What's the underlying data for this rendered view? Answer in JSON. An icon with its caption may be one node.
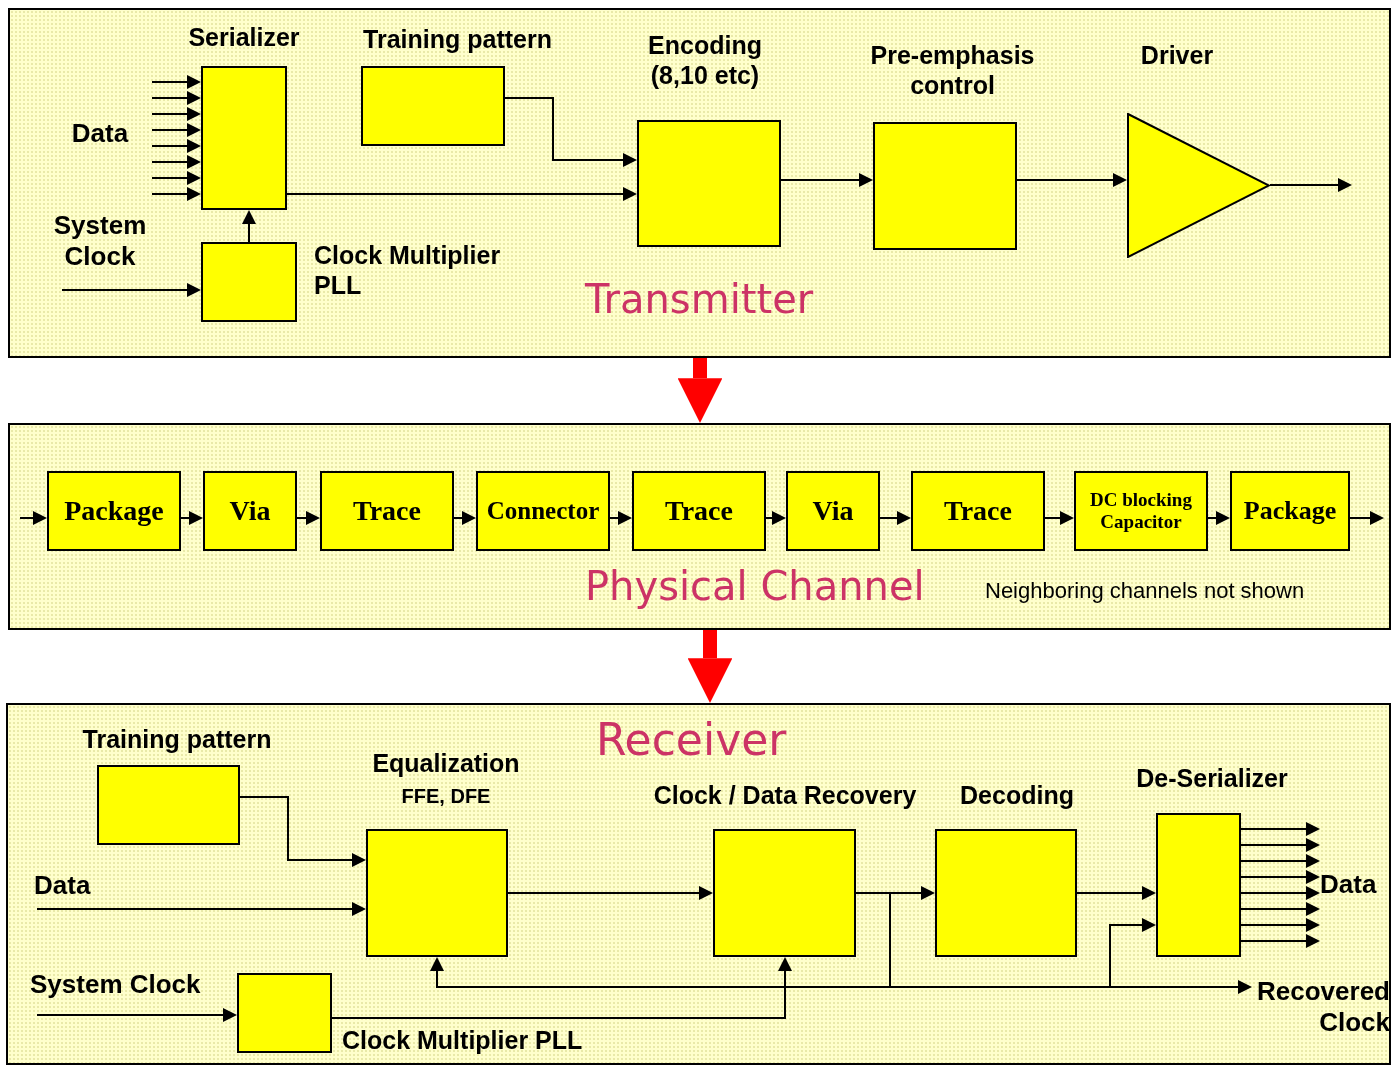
{
  "diagram": {
    "nodes": [
      {
        "text": [
          "Transmitter"
        ]
      },
      {
        "text": [
          "Serializer"
        ],
        "in": 0
      },
      {
        "text": [
          "Training pattern"
        ],
        "in": 0
      },
      {
        "text": [
          "Encoding (8,10 etc)"
        ],
        "in": 0
      },
      {
        "text": [
          "Pre-emphasis control"
        ],
        "in": 0
      },
      {
        "text": [
          "Driver"
        ],
        "in": 0
      },
      {
        "text": [
          "Clock Multiplier PLL"
        ],
        "in": 0
      },
      {
        "text": [
          "Physical Channel"
        ]
      },
      {
        "text": [
          "Package"
        ],
        "in": 7
      },
      {
        "text": [
          "Via"
        ],
        "in": 7
      },
      {
        "text": [
          "Trace"
        ],
        "in": 7
      },
      {
        "text": [
          "Connector"
        ],
        "in": 7
      },
      {
        "text": [
          "Trace"
        ],
        "in": 7
      },
      {
        "text": [
          "Via"
        ],
        "in": 7
      },
      {
        "text": [
          "Trace"
        ],
        "in": 7
      },
      {
        "text": [
          "DC blocking Capacitor"
        ],
        "in": 7
      },
      {
        "text": [
          "Package"
        ],
        "in": 7
      },
      {
        "text": [
          "Receiver"
        ]
      },
      {
        "text": [
          "Training pattern"
        ],
        "in": 17
      },
      {
        "text": [
          "Equalization",
          "FFE, DFE"
        ],
        "in": 17
      },
      {
        "text": [
          "Clock / Data Recovery"
        ],
        "in": 17
      },
      {
        "text": [
          "Decoding"
        ],
        "in": 17
      },
      {
        "text": [
          "De-Serializer"
        ],
        "in": 17
      },
      {
        "text": [
          "Clock Multiplier PLL"
        ],
        "in": 17
      },
      {
        "text": [
          "Recovered Clock"
        ],
        "in": 17
      },
      {
        "text": [
          "Data"
        ],
        "in": 17
      }
    ],
    "edges": [
      {
        "from": null,
        "to": 1,
        "arrow": "to"
      },
      {
        "from": null,
        "to": 1,
        "arrow": "to"
      },
      {
        "from": null,
        "to": 1,
        "arrow": "to"
      },
      {
        "from": null,
        "to": 1,
        "arrow": "to"
      },
      {
        "from": null,
        "to": 1,
        "arrow": "to"
      },
      {
        "from": null,
        "to": 1,
        "arrow": "to"
      },
      {
        "from": null,
        "to": 1,
        "arrow": "to"
      },
      {
        "from": null,
        "to": 1,
        "arrow": "to"
      },
      {
        "from": null,
        "to": 6,
        "arrow": "to"
      },
      {
        "from": 6,
        "to": 1,
        "arrow": "to"
      },
      {
        "from": 2,
        "to": 3,
        "arrow": "to"
      },
      {
        "from": 1,
        "to": 3,
        "arrow": "to"
      },
      {
        "from": 3,
        "to": 4,
        "arrow": "to"
      },
      {
        "from": 4,
        "to": 5,
        "arrow": "to"
      },
      {
        "from": 5,
        "to": null,
        "arrow": "to"
      },
      {
        "from": 0,
        "to": 7,
        "arrow": "to",
        "style": "thick",
        "color": "#ff0000"
      },
      {
        "from": null,
        "to": 8,
        "arrow": "to"
      },
      {
        "from": 8,
        "to": 9,
        "arrow": "to"
      },
      {
        "from": 9,
        "to": 10,
        "arrow": "to"
      },
      {
        "from": 10,
        "to": 11,
        "arrow": "to"
      },
      {
        "from": 11,
        "to": 12,
        "arrow": "to"
      },
      {
        "from": 12,
        "to": 13,
        "arrow": "to"
      },
      {
        "from": 13,
        "to": 14,
        "arrow": "to"
      },
      {
        "from": 14,
        "to": 15,
        "arrow": "to"
      },
      {
        "from": 15,
        "to": 16,
        "arrow": "to"
      },
      {
        "from": 16,
        "to": null,
        "arrow": "to"
      },
      {
        "from": 7,
        "to": 17,
        "arrow": "to",
        "style": "thick",
        "color": "#ff0000"
      },
      {
        "from": 18,
        "to": 19,
        "arrow": "to"
      },
      {
        "from": null,
        "to": 19,
        "arrow": "to"
      },
      {
        "from": null,
        "to": 23,
        "arrow": "to"
      },
      {
        "from": 23,
        "to": 20,
        "arrow": "to"
      },
      {
        "from": 19,
        "to": 20,
        "arrow": "to"
      },
      {
        "from": 20,
        "to": 21,
        "arrow": "to"
      },
      {
        "from": 21,
        "to": 22,
        "arrow": "to"
      },
      {
        "from": 20,
        "to": 19,
        "arrow": "to"
      },
      {
        "from": 20,
        "to": 22,
        "arrow": "to"
      },
      {
        "from": 20,
        "to": 24,
        "arrow": "to"
      },
      {
        "from": 22,
        "to": 25,
        "arrow": "to"
      },
      {
        "from": 22,
        "to": 25,
        "arrow": "to"
      },
      {
        "from": 22,
        "to": 25,
        "arrow": "to"
      },
      {
        "from": 22,
        "to": 25,
        "arrow": "to"
      },
      {
        "from": 22,
        "to": 25,
        "arrow": "to"
      },
      {
        "from": 22,
        "to": 25,
        "arrow": "to"
      },
      {
        "from": 22,
        "to": 25,
        "arrow": "to"
      },
      {
        "from": 22,
        "to": 25,
        "arrow": "to"
      }
    ],
    "labels": [
      "Data",
      "System Clock",
      "Neighboring channels not shown",
      "Data",
      "System Clock"
    ]
  }
}
